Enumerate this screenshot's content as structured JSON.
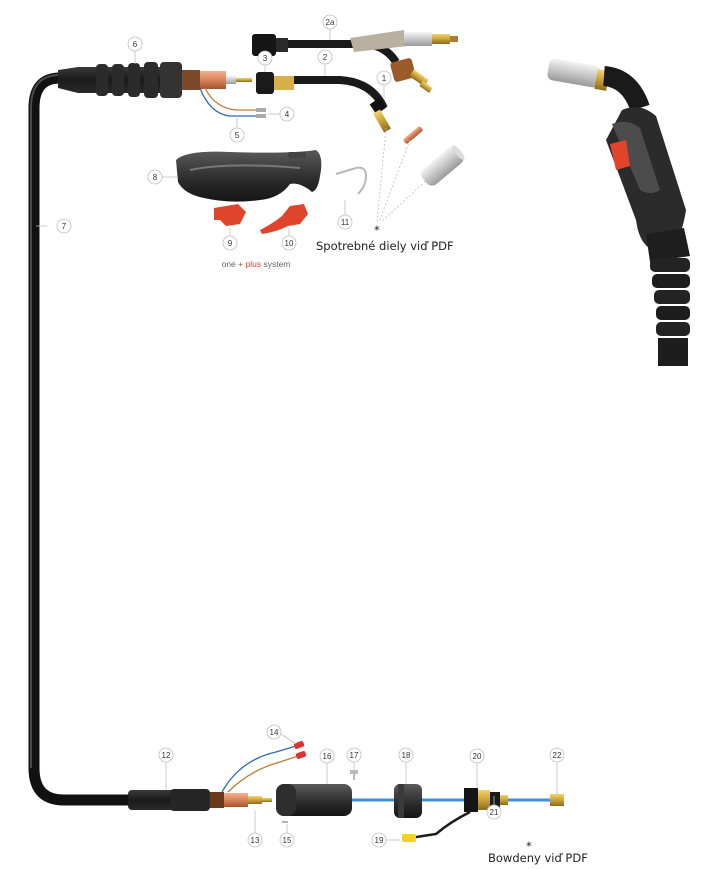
{
  "callouts": {
    "c1": "1",
    "c2": "2",
    "c2a": "2a",
    "c3": "3",
    "c4": "4",
    "c5": "5",
    "c6": "6",
    "c7": "7",
    "c8": "8",
    "c9": "9",
    "c10": "10",
    "c11": "11",
    "c12": "12",
    "c13": "13",
    "c14": "14",
    "c15": "15",
    "c16": "16",
    "c17": "17",
    "c18": "18",
    "c19": "19",
    "c20": "20",
    "c21": "21",
    "c22": "22"
  },
  "notes": {
    "consumables": "Spotrebné diely viď PDF",
    "consumables_mark": "*",
    "liners": "Bowdeny viď PDF",
    "liners_mark": "*"
  },
  "brand": {
    "one": "one",
    "plus_sign": "+",
    "plus": "plus",
    "system": "system"
  },
  "colors": {
    "cable": "#1e1e1e",
    "accent_red": "#e0452b",
    "brass": "#c9a33a",
    "copper": "#d9825a",
    "liner_blue": "#3d8fd6"
  }
}
